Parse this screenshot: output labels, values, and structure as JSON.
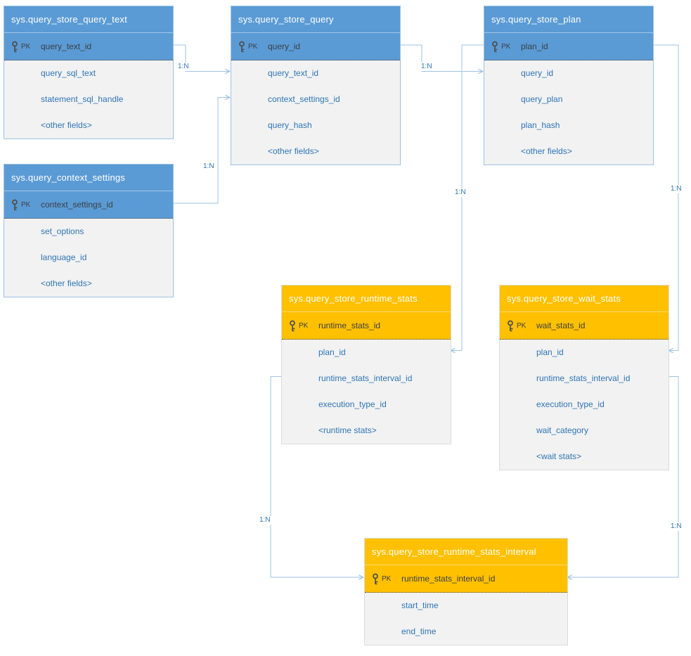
{
  "diagram": {
    "colors": {
      "blue_header": "#5B9BD5",
      "orange_header": "#FFC000",
      "connector": "#9DC3E6",
      "field_text": "#2E75B6",
      "body_bg": "#F2F2F2"
    },
    "tables": [
      {
        "name": "sys.query_store_query_text",
        "pk_label": "PK",
        "pk_field": "query_text_id",
        "fields": [
          "query_sql_text",
          "statement_sql_handle",
          "<other fields>"
        ]
      },
      {
        "name": "sys.query_store_query",
        "pk_label": "PK",
        "pk_field": "query_id",
        "fields": [
          "query_text_id",
          "context_settings_id",
          "query_hash",
          "<other fields>"
        ]
      },
      {
        "name": "sys.query_store_plan",
        "pk_label": "PK",
        "pk_field": "plan_id",
        "fields": [
          "query_id",
          "query_plan",
          "plan_hash",
          "<other fields>"
        ]
      },
      {
        "name": "sys.query_context_settings",
        "pk_label": "PK",
        "pk_field": "context_settings_id",
        "fields": [
          "set_options",
          "language_id",
          "<other fields>"
        ]
      },
      {
        "name": "sys.query_store_runtime_stats",
        "pk_label": "PK",
        "pk_field": "runtime_stats_id",
        "fields": [
          "plan_id",
          "runtime_stats_interval_id",
          "execution_type_id",
          "<runtime stats>"
        ]
      },
      {
        "name": "sys.query_store_wait_stats",
        "pk_label": "PK",
        "pk_field": "wait_stats_id",
        "fields": [
          "plan_id",
          "runtime_stats_interval_id",
          "execution_type_id",
          "wait_category",
          "<wait stats>"
        ]
      },
      {
        "name": "sys.query_store_runtime_stats_interval",
        "pk_label": "PK",
        "pk_field": "runtime_stats_interval_id",
        "fields": [
          "start_time",
          "end_time"
        ]
      }
    ],
    "relationships": [
      {
        "label": "1:N",
        "from": "sys.query_store_query_text.query_text_id",
        "to": "sys.query_store_query.query_text_id"
      },
      {
        "label": "1:N",
        "from": "sys.query_store_query.query_id",
        "to": "sys.query_store_plan.query_id"
      },
      {
        "label": "1:N",
        "from": "sys.query_context_settings.context_settings_id",
        "to": "sys.query_store_query.context_settings_id"
      },
      {
        "label": "1:N",
        "from": "sys.query_store_plan.plan_id",
        "to": "sys.query_store_runtime_stats.plan_id"
      },
      {
        "label": "1:N",
        "from": "sys.query_store_plan.plan_id",
        "to": "sys.query_store_wait_stats.plan_id"
      },
      {
        "label": "1:N",
        "from": "sys.query_store_runtime_stats_interval.runtime_stats_interval_id",
        "to": "sys.query_store_runtime_stats.runtime_stats_interval_id"
      },
      {
        "label": "1:N",
        "from": "sys.query_store_runtime_stats_interval.runtime_stats_interval_id",
        "to": "sys.query_store_wait_stats.runtime_stats_interval_id"
      }
    ]
  }
}
